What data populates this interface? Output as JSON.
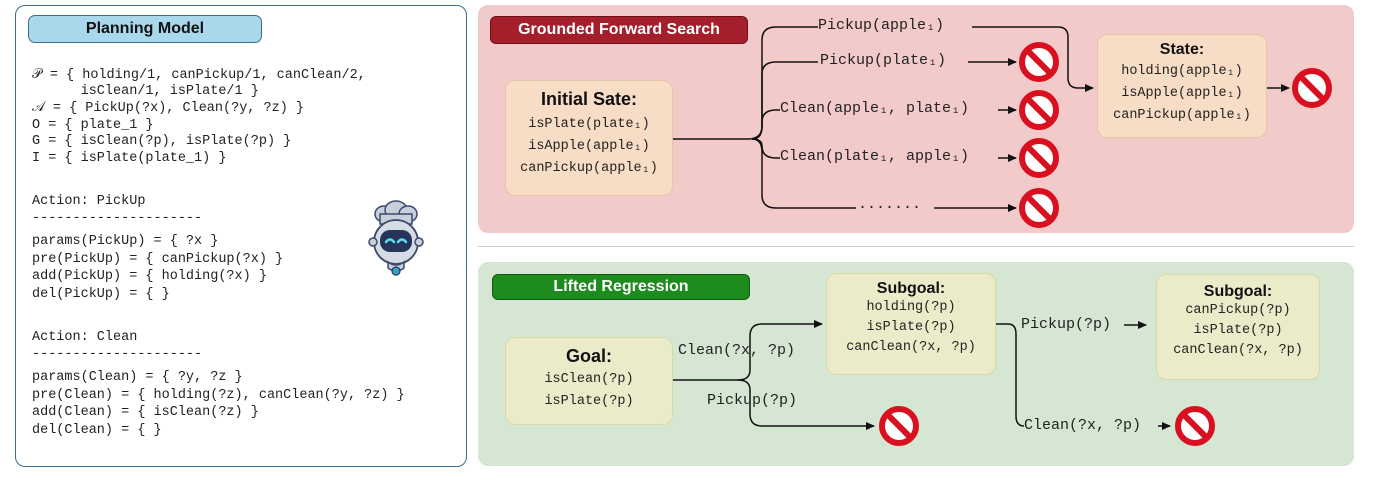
{
  "planning_model": {
    "title": "Planning Model",
    "lines": [
      "𝒫 = { holding/1, canPickup/1, canClean/2,",
      "      isClean/1, isPlate/1 }",
      "𝒜 = { PickUp(?x), Clean(?y, ?z) }",
      "O = { plate_1 }",
      "G = { isClean(?p), isPlate(?p) }",
      "I = { isPlate(plate_1) }",
      "",
      "Action: PickUp",
      "---------------------",
      "params(PickUp) = { ?x }",
      "pre(PickUp) = { canPickup(?x) }",
      "add(PickUp) = { holding(?x) }",
      "del(PickUp) = { }",
      "",
      "Action: Clean",
      "---------------------",
      "params(Clean) = { ?y, ?z }",
      "pre(Clean) = { holding(?z), canClean(?y, ?z) }",
      "add(Clean) = { isClean(?z) }",
      "del(Clean) = { }"
    ]
  },
  "grounded_forward_search": {
    "tag": "Grounded Forward Search",
    "initial_state": {
      "title": "Initial Sate:",
      "facts": [
        "isPlate(plate₁)",
        "isApple(apple₁)",
        "canPickup(apple₁)"
      ]
    },
    "branches": [
      "Pickup(apple₁)",
      "Pickup(plate₁)",
      "Clean(apple₁, plate₁)",
      "Clean(plate₁, apple₁)",
      "......."
    ],
    "state": {
      "title": "State:",
      "facts": [
        "holding(apple₁)",
        "isApple(apple₁)",
        "canPickup(apple₁)"
      ]
    }
  },
  "lifted_regression": {
    "tag": "Lifted Regression",
    "goal": {
      "title": "Goal:",
      "facts": [
        "isClean(?p)",
        "isPlate(?p)"
      ]
    },
    "goal_edges": [
      "Clean(?x, ?p)",
      "Pickup(?p)"
    ],
    "subgoal1": {
      "title": "Subgoal:",
      "facts": [
        "holding(?p)",
        "isPlate(?p)",
        "canClean(?x, ?p)"
      ]
    },
    "subgoal1_edges": [
      "Pickup(?p)",
      "Clean(?x, ?p)"
    ],
    "subgoal2": {
      "title": "Subgoal:",
      "facts": [
        "canPickup(?p)",
        "isPlate(?p)",
        "canClean(?x, ?p)"
      ]
    }
  },
  "colors": {
    "forward_panel": "#f3caca",
    "regression_panel": "#d5e6d3",
    "forward_tag": "#a41e2c",
    "regression_tag": "#1e8b1e",
    "prohibited": "#d8101f"
  },
  "icons": [
    "robot-chef-icon",
    "prohibited-icon"
  ]
}
